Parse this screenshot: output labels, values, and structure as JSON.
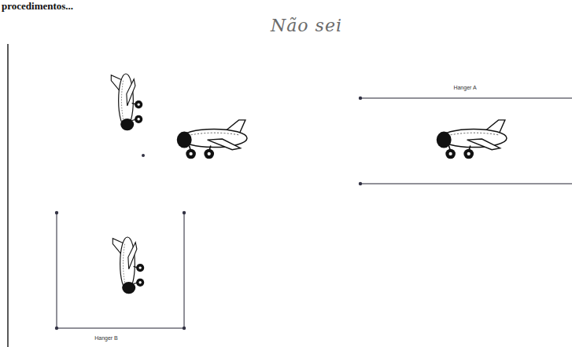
{
  "diagram": {
    "nodes": [
      {
        "text": [
          "Hanger A"
        ]
      },
      {
        "text": [
          "Hanger B"
        ]
      }
    ],
    "labels": [
      "procedimentos...",
      "Não sei"
    ]
  }
}
